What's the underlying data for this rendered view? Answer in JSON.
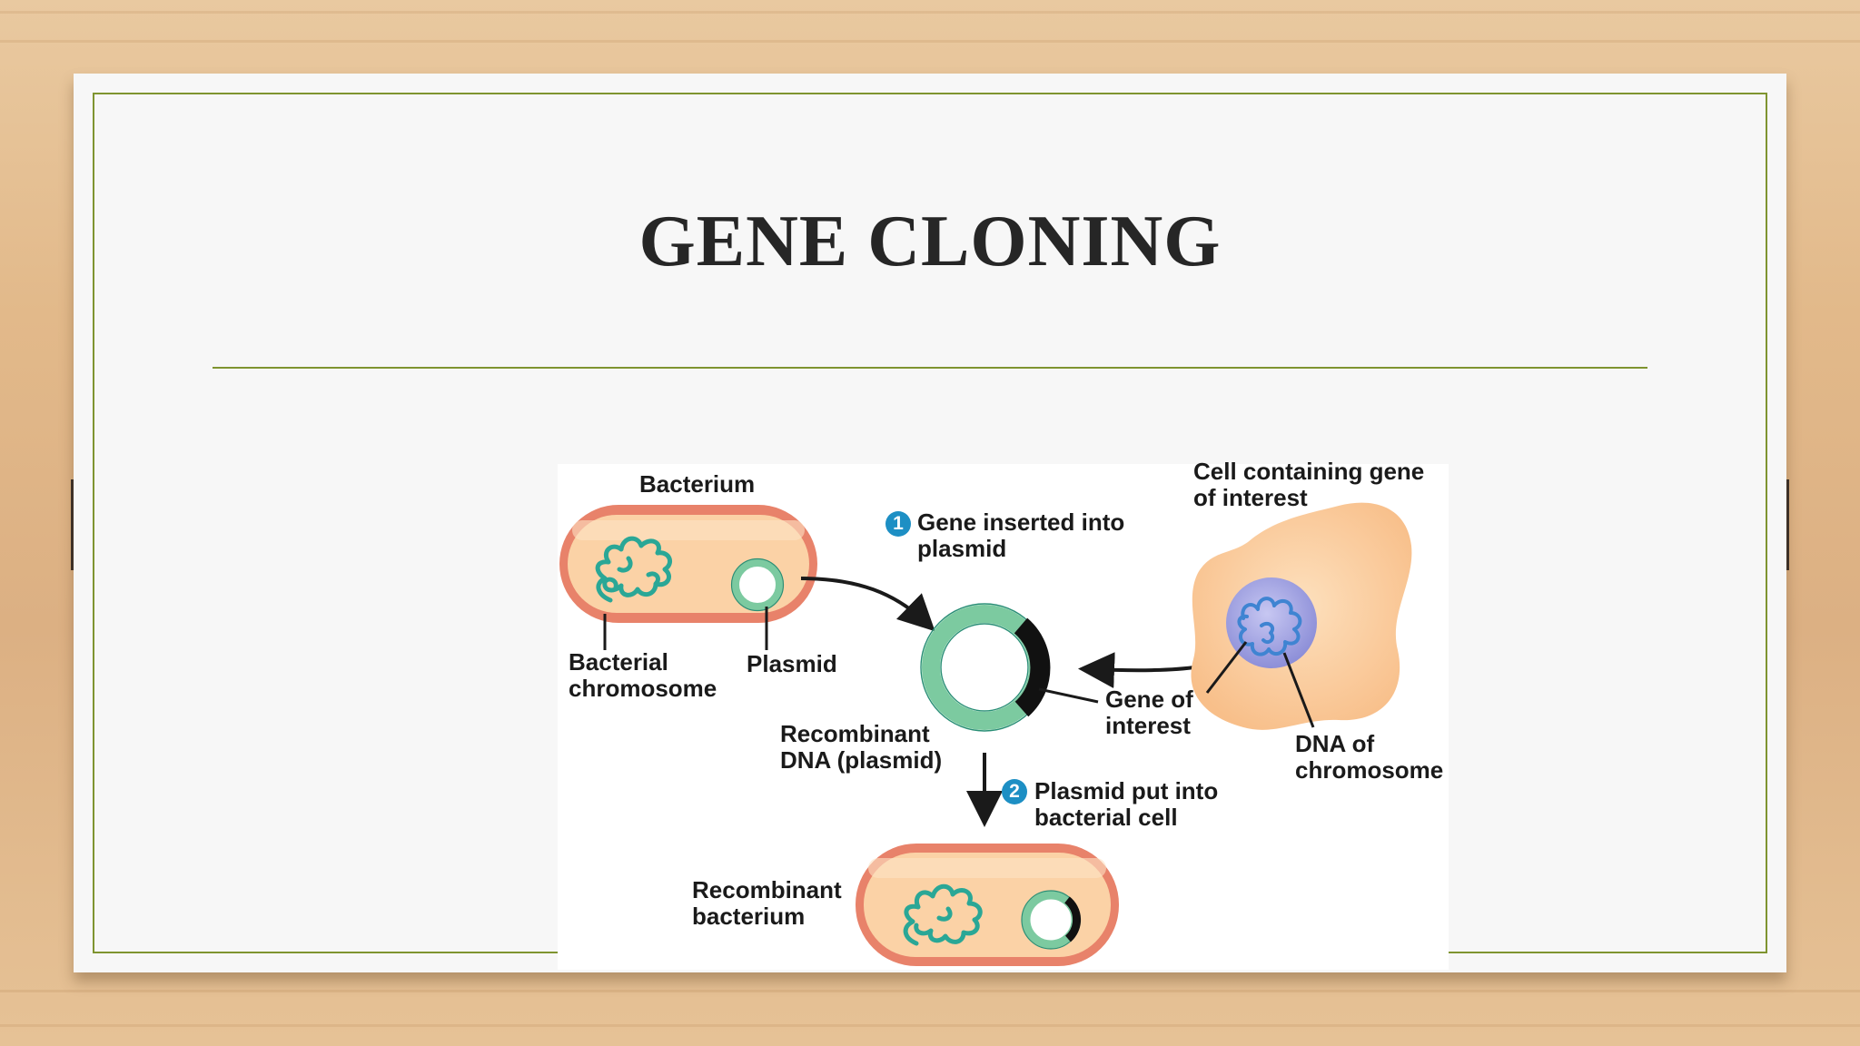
{
  "slide": {
    "title": "GENE CLONING"
  },
  "diagram": {
    "labels": {
      "bacterium": "Bacterium",
      "bacterial_chromosome": "Bacterial\nchromosome",
      "plasmid": "Plasmid",
      "step1_number": "1",
      "step1_text": "Gene inserted into\nplasmid",
      "cell_containing_gene": "Cell containing gene\nof interest",
      "gene_of_interest": "Gene of\ninterest",
      "dna_of_chromosome": "DNA of\nchromosome",
      "recombinant_dna": "Recombinant\nDNA (plasmid)",
      "step2_number": "2",
      "step2_text": "Plasmid put into\nbacterial cell",
      "recombinant_bacterium": "Recombinant\nbacterium"
    },
    "colors": {
      "cell_wall": "#e8826a",
      "cytoplasm": "#fbd2a6",
      "dna_teal": "#2aa796",
      "plasmid_green": "#7ccaa0",
      "gene_black": "#111111",
      "human_cell": "#fbc997",
      "nucleus": "#a9a9e2",
      "chromosome_blue": "#4d8fd6",
      "step_badge": "#1d8fc4"
    }
  }
}
